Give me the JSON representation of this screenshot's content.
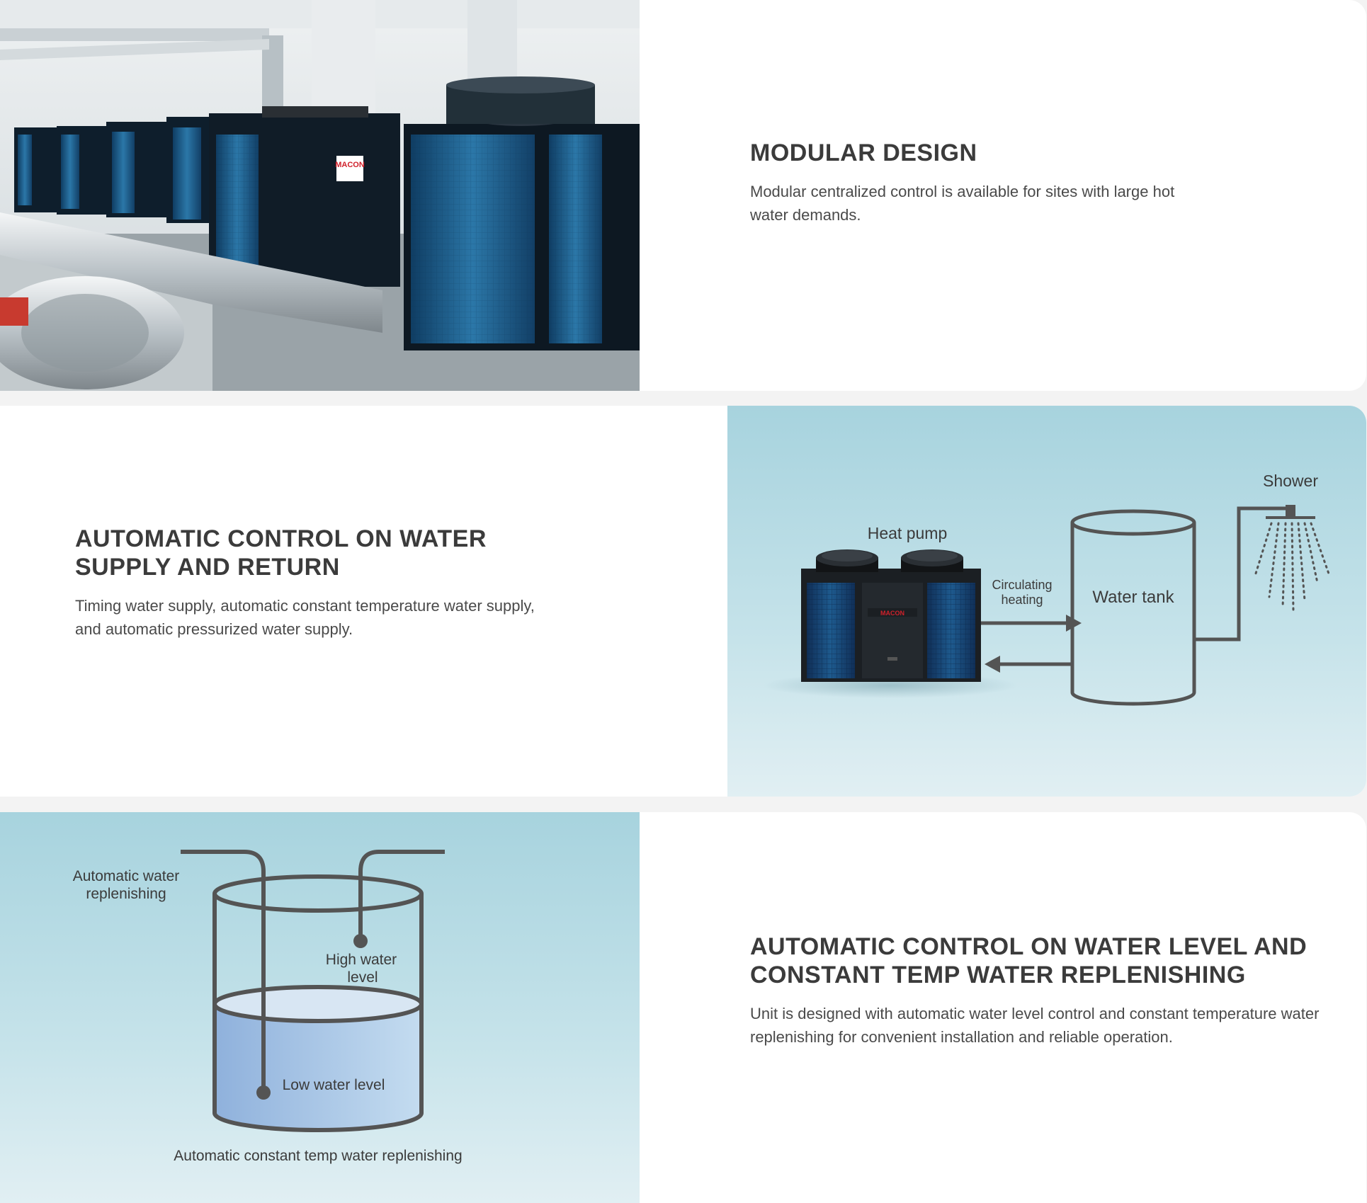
{
  "sections": [
    {
      "title": "MODULAR DESIGN",
      "description": "Modular centralized control is available for sites with large hot water demands."
    },
    {
      "title": "AUTOMATIC CONTROL ON WATER\nSUPPLY AND RETURN",
      "description": "Timing water supply, automatic constant temperature water supply, and automatic pressurized water supply.",
      "diagram": {
        "heat_pump_label": "Heat pump",
        "brand": "MACON",
        "circulating_label_line1": "Circulating",
        "circulating_label_line2": "heating",
        "water_tank_label": "Water tank",
        "shower_label": "Shower"
      }
    },
    {
      "title": "AUTOMATIC CONTROL ON WATER LEVEL AND\nCONSTANT TEMP WATER REPLENISHING",
      "description": "Unit is designed with automatic water level control and constant temperature water replenishing for convenient installation and reliable operation.",
      "diagram": {
        "auto_replenish_line1": "Automatic water",
        "auto_replenish_line2": "replenishing",
        "high_level_line1": "High water",
        "high_level_line2": "level",
        "low_level_label": "Low water level",
        "caption": "Automatic constant temp water replenishing"
      }
    }
  ],
  "photo": {
    "brand_sign": "MACON"
  },
  "colors": {
    "panel_top": "#a7d3de",
    "panel_bottom": "#e1eff3",
    "line": "#545454",
    "coil_blue": "#1e5a8e",
    "brand_red": "#d0212b"
  }
}
